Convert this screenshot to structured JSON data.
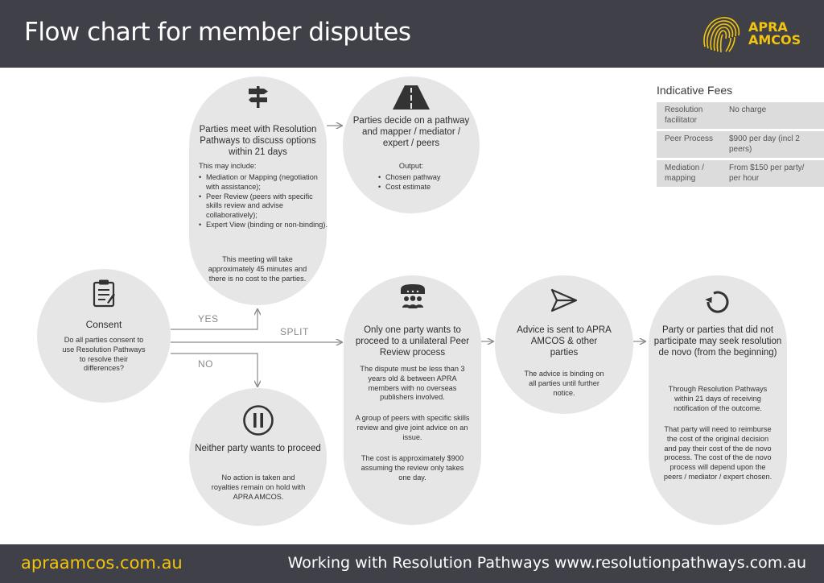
{
  "header": {
    "title": "Flow chart for member disputes",
    "logo_line1": "APRA",
    "logo_line2": "AMCOS"
  },
  "footer": {
    "left": "apraamcos.com.au",
    "right": "Working with Resolution Pathways  www.resolutionpathways.com.au"
  },
  "consent": {
    "title": "Consent",
    "body": "Do all parties consent to use Resolution Pathways to resolve their differences?"
  },
  "labels": {
    "yes": "YES",
    "split": "SPLIT",
    "no": "NO"
  },
  "meet": {
    "title": "Parties meet with Resolution Pathways to discuss options within 21 days",
    "intro": "This may include:",
    "options": [
      "Mediation or Mapping (negotiation with assistance);",
      "Peer Review (peers with specific skills review and advise collaboratively);",
      "Expert View (binding or non-binding)."
    ],
    "note": "This meeting will take approximately 45 minutes and there is no cost to the parties."
  },
  "decide": {
    "title": "Parties decide on a pathway and mapper / mediator / expert / peers",
    "output_label": "Output:",
    "outputs": [
      "Chosen pathway",
      "Cost estimate"
    ]
  },
  "neither": {
    "title": "Neither party wants to proceed",
    "body": "No action is taken and royalties remain on hold with APRA AMCOS."
  },
  "one": {
    "title": "Only one party wants to proceed to a unilateral Peer Review process",
    "p1": "The dispute must be less than 3 years old & between APRA members with no overseas publishers involved.",
    "p2": "A group of peers with specific skills review and give joint advice on an issue.",
    "p3": "The cost is approximately $900 assuming the review only takes one day."
  },
  "advice": {
    "title": "Advice is sent to APRA AMCOS & other parties",
    "body": "The advice is binding on all parties until further notice."
  },
  "denovo": {
    "title": "Party or parties that did not participate may seek resolution de novo (from the beginning)",
    "p1": "Through Resolution Pathways within 21 days of receiving notification of the outcome.",
    "p2": "That party will need to reimburse the cost of the original decision and pay their cost of the de novo process. The cost of the de novo process will depend upon the peers / mediator / expert chosen."
  },
  "fees": {
    "title": "Indicative Fees",
    "rows": [
      {
        "item": "Resolution facilitator",
        "fee": "No charge"
      },
      {
        "item": "Peer Process",
        "fee": "$900 per day (incl 2 peers)"
      },
      {
        "item": "Mediation / mapping",
        "fee": "From $150 per party/ per hour"
      }
    ]
  },
  "icons": [
    "signpost-icon",
    "road-icon",
    "clipboard-icon",
    "pause-icon",
    "group-icon",
    "send-icon",
    "refresh-icon",
    "apra-logo-icon"
  ],
  "colors": {
    "header": "#404049",
    "accent": "#f2c40c",
    "node": "#e6e6e6",
    "text": "#3a3a3a"
  }
}
